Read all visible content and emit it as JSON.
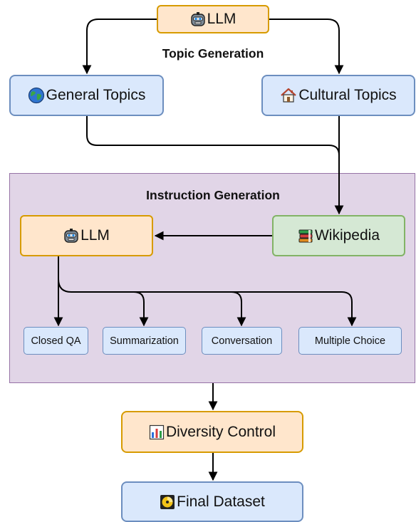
{
  "diagram": {
    "topic_section": {
      "title": "Topic Generation",
      "llm": {
        "label": "LLM",
        "icon": "robot-icon"
      },
      "general_topics": {
        "label": "General Topics",
        "icon": "globe-icon"
      },
      "cultural_topics": {
        "label": "Cultural Topics",
        "icon": "house-icon"
      }
    },
    "instruction_section": {
      "title": "Instruction Generation",
      "llm": {
        "label": "LLM",
        "icon": "robot-icon"
      },
      "wikipedia": {
        "label": "Wikipedia",
        "icon": "books-icon"
      },
      "tasks": [
        {
          "label": "Closed QA"
        },
        {
          "label": "Summarization"
        },
        {
          "label": "Conversation"
        },
        {
          "label": "Multiple Choice"
        }
      ]
    },
    "diversity_control": {
      "label": "Diversity Control",
      "icon": "bar-chart-icon"
    },
    "final_dataset": {
      "label": "Final Dataset",
      "icon": "disc-icon"
    }
  },
  "colors": {
    "llm_fill": "#ffe6cc",
    "llm_border": "#d79b00",
    "topic_fill": "#dae8fc",
    "topic_border": "#6c8ebf",
    "wikipedia_fill": "#d5e8d4",
    "wikipedia_border": "#82b366",
    "section_fill": "#e1d5e7",
    "section_border": "#9673a6"
  }
}
